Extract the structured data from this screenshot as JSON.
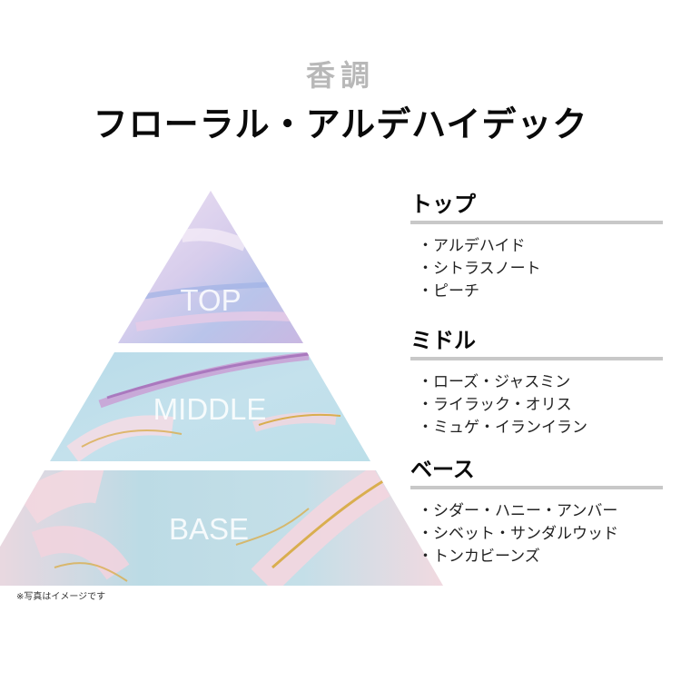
{
  "header": {
    "subtitle": "香調",
    "title": "フローラル・アルデハイデック"
  },
  "pyramid": {
    "tiers": [
      {
        "label": "TOP"
      },
      {
        "label": "MIDDLE"
      },
      {
        "label": "BASE"
      }
    ],
    "note": "※写真はイメージです"
  },
  "notes": [
    {
      "heading": "トップ",
      "items": [
        "アルデハイド",
        "シトラスノート",
        "ピーチ"
      ]
    },
    {
      "heading": "ミドル",
      "items": [
        "ローズ・ジャスミン",
        "ライラック・オリス",
        "ミュゲ・イランイラン"
      ]
    },
    {
      "heading": "ベース",
      "items": [
        "シダー・ハニー・アンバー",
        "シベット・サンダルウッド",
        "トンカビーンズ"
      ]
    }
  ],
  "colors": {
    "lavender": "#d9cdeb",
    "sky": "#b7dde8",
    "pink": "#f1d3de",
    "gold": "#d9ae4f",
    "rule": "#c8c8c8"
  }
}
